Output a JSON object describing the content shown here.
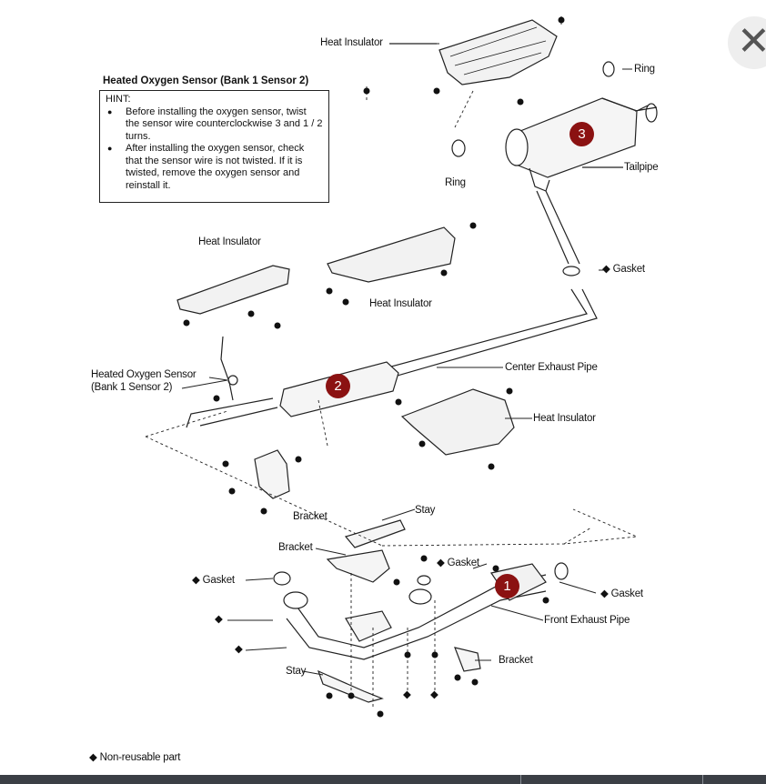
{
  "hint_box": {
    "title": "Heated Oxygen Sensor (Bank 1 Sensor 2)",
    "heading": "HINT:",
    "items": [
      "Before installing the oxygen sensor, twist the sensor wire counterclockwise 3 and 1 / 2 turns.",
      "After installing the oxygen sensor, check that the sensor wire is not twisted. If it is twisted, remove the oxygen sensor and reinstall it."
    ]
  },
  "labels": {
    "heat_insulator_top": "Heat Insulator",
    "ring_right": "Ring",
    "ring_left": "Ring",
    "tailpipe": "Tailpipe",
    "gasket_tailpipe": "Gasket",
    "heat_insulator_left": "Heat Insulator",
    "heat_insulator_mid": "Heat Insulator",
    "oxygen_sensor": "Heated Oxygen Sensor",
    "oxygen_sensor_bank": "(Bank 1 Sensor 2)",
    "center_exhaust_pipe": "Center Exhaust Pipe",
    "heat_insulator_right": "Heat Insulator",
    "bracket_mid": "Bracket",
    "stay_top": "Stay",
    "bracket_front": "Bracket",
    "gasket_front_mid": "Gasket",
    "gasket_left": "Gasket",
    "gasket_right": "Gasket",
    "front_exhaust_pipe": "Front Exhaust Pipe",
    "bracket_bottom": "Bracket",
    "stay_bottom": "Stay",
    "legend": "Non-reusable part"
  },
  "badges": [
    "1",
    "2",
    "3"
  ],
  "symbols": {
    "non_reusable": "◆",
    "close": "✕"
  },
  "colors": {
    "badge": "#8b1212",
    "line": "#222222"
  }
}
